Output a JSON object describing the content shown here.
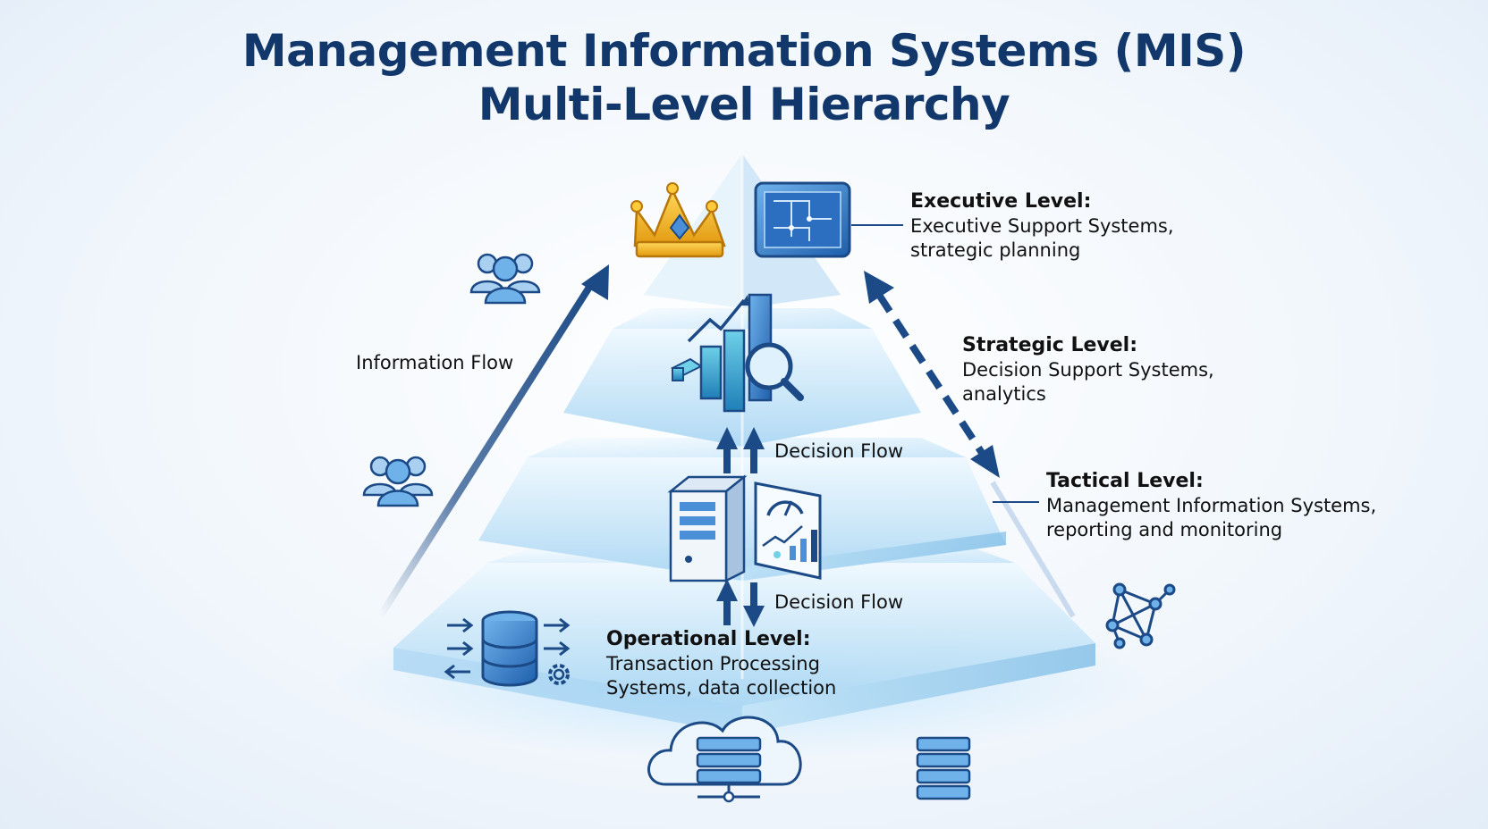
{
  "title": {
    "line1": "Management Information Systems (MIS)",
    "line2": "Multi-Level Hierarchy"
  },
  "levels": {
    "executive": {
      "title": "Executive Level:",
      "line1": "Executive Support Systems,",
      "line2": "strategic planning"
    },
    "strategic": {
      "title": "Strategic Level:",
      "line1": "Decision Support Systems,",
      "line2": "analytics"
    },
    "tactical": {
      "title": "Tactical Level:",
      "line1": "Management Information Systems,",
      "line2": "reporting and monitoring"
    },
    "operational": {
      "title": "Operational Level:",
      "line1": "Transaction Processing",
      "line2": "Systems, data collection"
    }
  },
  "flows": {
    "information": "Information Flow",
    "decision_upper": "Decision Flow",
    "decision_lower": "Decision Flow"
  },
  "colors": {
    "title": "#12386b",
    "arrow": "#1c4a86",
    "tier_light": "#d9eefb",
    "tier_mid": "#9fd0f1",
    "crown": "#f2b41c"
  },
  "icons": [
    "crown-icon",
    "blueprint-icon",
    "bar-chart-magnifier-icon",
    "server-icon",
    "dashboard-icon",
    "database-icon",
    "gear-icon",
    "cloud-server-icon",
    "server-rack-icon",
    "network-icon",
    "user-group-icon"
  ]
}
